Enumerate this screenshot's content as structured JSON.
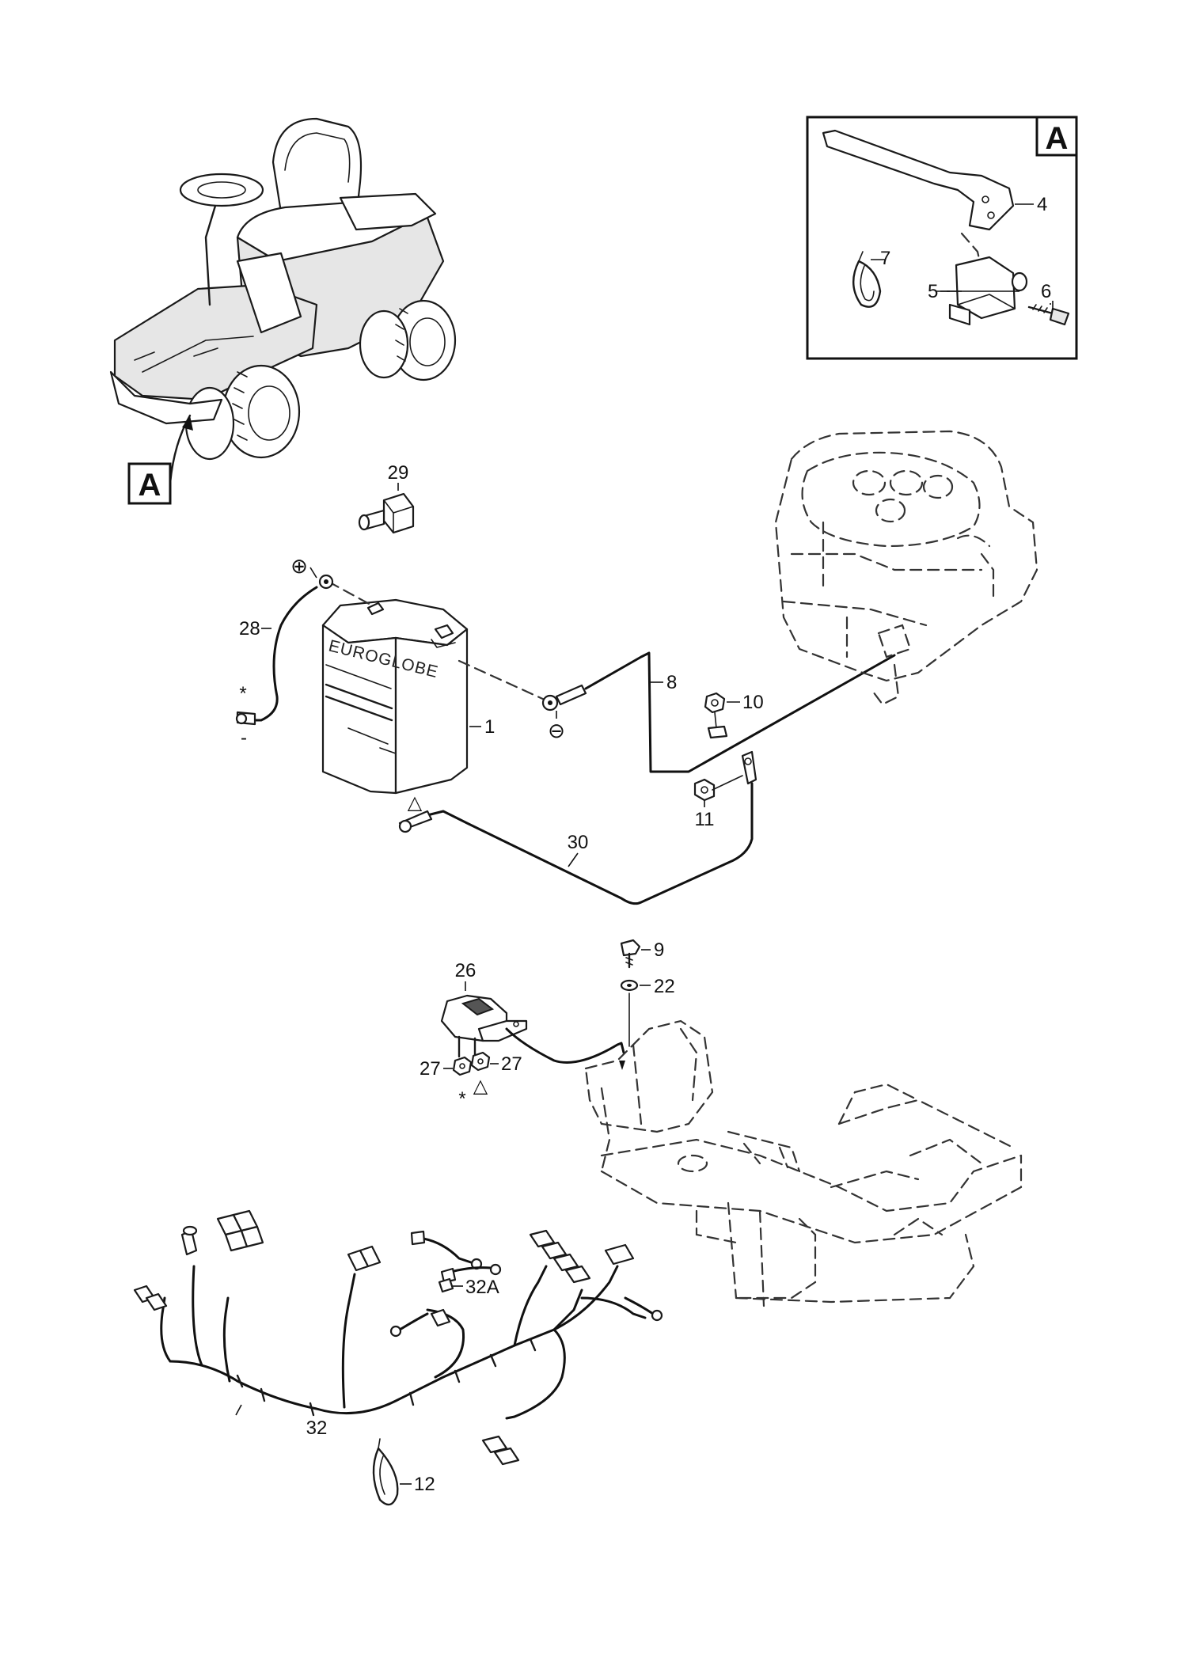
{
  "callouts": {
    "part_1": "1",
    "part_4": "4",
    "part_5": "5",
    "part_6": "6",
    "part_7": "7",
    "part_8": "8",
    "part_9": "9",
    "part_10": "10",
    "part_11": "11",
    "part_12": "12",
    "part_22": "22",
    "part_26": "26",
    "part_27_left": "27",
    "part_27_right": "27",
    "part_28": "28",
    "part_29": "29",
    "part_30": "30",
    "part_32": "32",
    "part_32a": "32A"
  },
  "detail_labels": {
    "detail_box_label": "A",
    "mower_pointer_label": "A"
  },
  "symbols": {
    "positive": "⊕",
    "negative": "⊖",
    "asterisk_left": "*",
    "minus_left": "-",
    "triangle_ground": "△",
    "asterisk_switch": "*",
    "triangle_switch": "△"
  },
  "battery": {
    "brand": "EUROGLOBE"
  }
}
